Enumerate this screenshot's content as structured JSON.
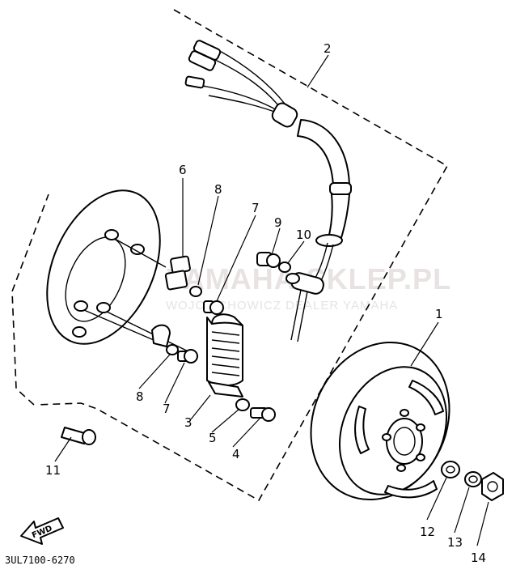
{
  "callouts": [
    "1",
    "2",
    "3",
    "4",
    "5",
    "6",
    "7",
    "7",
    "8",
    "8",
    "9",
    "10",
    "11",
    "12",
    "13",
    "14"
  ],
  "fwd_label": "FWD",
  "diagram_code": "3UL7100-6270",
  "watermark": {
    "line1": "YAMAHA-SKLEP.PL",
    "line2": "WOJCIECHOWICZ DEALER YAMAHA"
  }
}
